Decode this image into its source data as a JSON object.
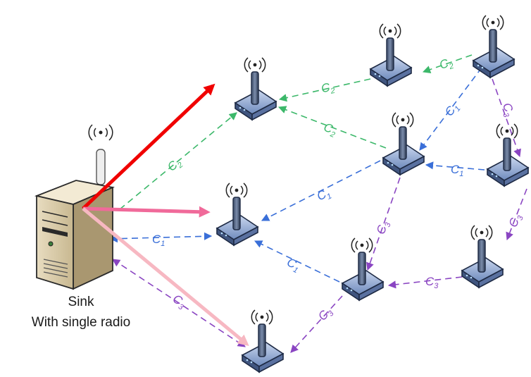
{
  "sink": {
    "caption_line1": "Sink",
    "caption_line2": "With single radio"
  },
  "channel_labels": {
    "c1": "C",
    "c1_sub": "1",
    "c2": "C",
    "c2_sub": "2",
    "c3": "C",
    "c3_sub": "3"
  },
  "colors": {
    "c1": "#3a6fd8",
    "c2": "#3cb86a",
    "c3": "#8a45c2",
    "arrow_red": "#f00000",
    "arrow_pink": "#f06a9a",
    "arrow_light_pink": "#f7b8c2"
  },
  "icons": {
    "sink": "server-tower-icon",
    "node": "wireless-router-icon"
  }
}
